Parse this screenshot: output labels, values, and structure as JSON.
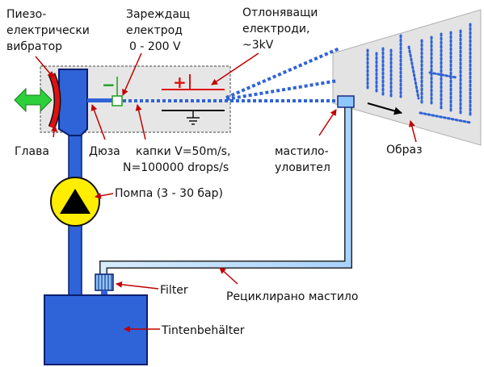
{
  "labels": {
    "piezo": [
      "Пиезо-",
      "електрически",
      "вибратор"
    ],
    "charging": [
      "Зареждащ",
      "електрод",
      "0 - 200 V"
    ],
    "deflecting": [
      "Отлоняващи",
      "електроди,",
      "~3kV"
    ],
    "head": "Глава",
    "nozzle": "Дюза",
    "drops": [
      "капки V=50m/s,",
      "N=100000 drops/s"
    ],
    "gutter": [
      "мастило-",
      "уловител"
    ],
    "image": "Образ",
    "pump": "Помпа (3 - 30 бар)",
    "filter": "Filter",
    "recycled": "Рециклирано мастило",
    "tank": "Tintenbehälter"
  },
  "symbols": {
    "charging_sign": "−",
    "deflect_plus": "+"
  },
  "colors": {
    "ink_blue": "#2f63d8",
    "dark_blue": "#0a1e6e",
    "light_blue_pipe": "#bfe0ff",
    "pump_yellow": "#ffee00",
    "piezo_red": "#e01010",
    "arrow_green": "#2dcf3a",
    "plate_gray": "#e3e3e3",
    "housing_gray": "#e6e6e6",
    "charge_green": "#1a9e1a"
  }
}
